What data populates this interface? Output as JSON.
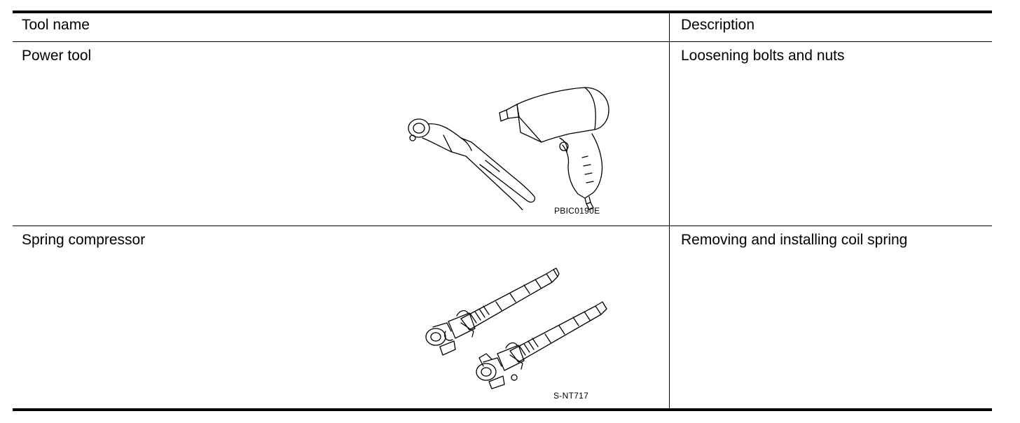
{
  "table": {
    "headers": {
      "tool_name": "Tool name",
      "description": "Description"
    },
    "rows": [
      {
        "tool_name": "Power tool",
        "description": "Loosening bolts and nuts",
        "figure_code": "PBIC0190E",
        "figure_icon": "impact-wrench-and-air-ratchet-icon"
      },
      {
        "tool_name": "Spring compressor",
        "description": "Removing and installing coil spring",
        "figure_code": "S-NT717",
        "figure_icon": "spring-compressor-icon"
      }
    ]
  }
}
